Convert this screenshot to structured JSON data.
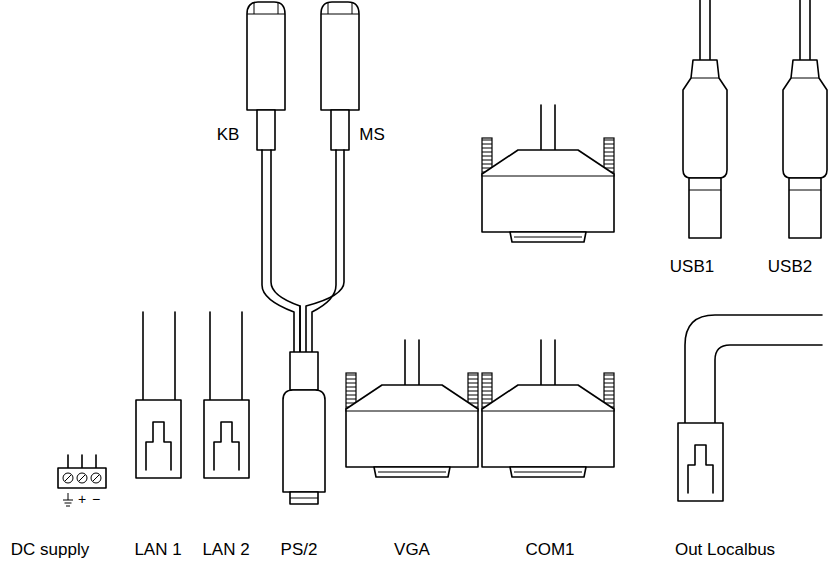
{
  "diagram": {
    "labels": [
      "KB",
      "MS",
      "USB1",
      "USB2",
      "+",
      "−",
      "DC supply",
      "LAN 1",
      "LAN 2",
      "PS/2",
      "VGA",
      "COM1",
      "Out Localbus"
    ]
  }
}
